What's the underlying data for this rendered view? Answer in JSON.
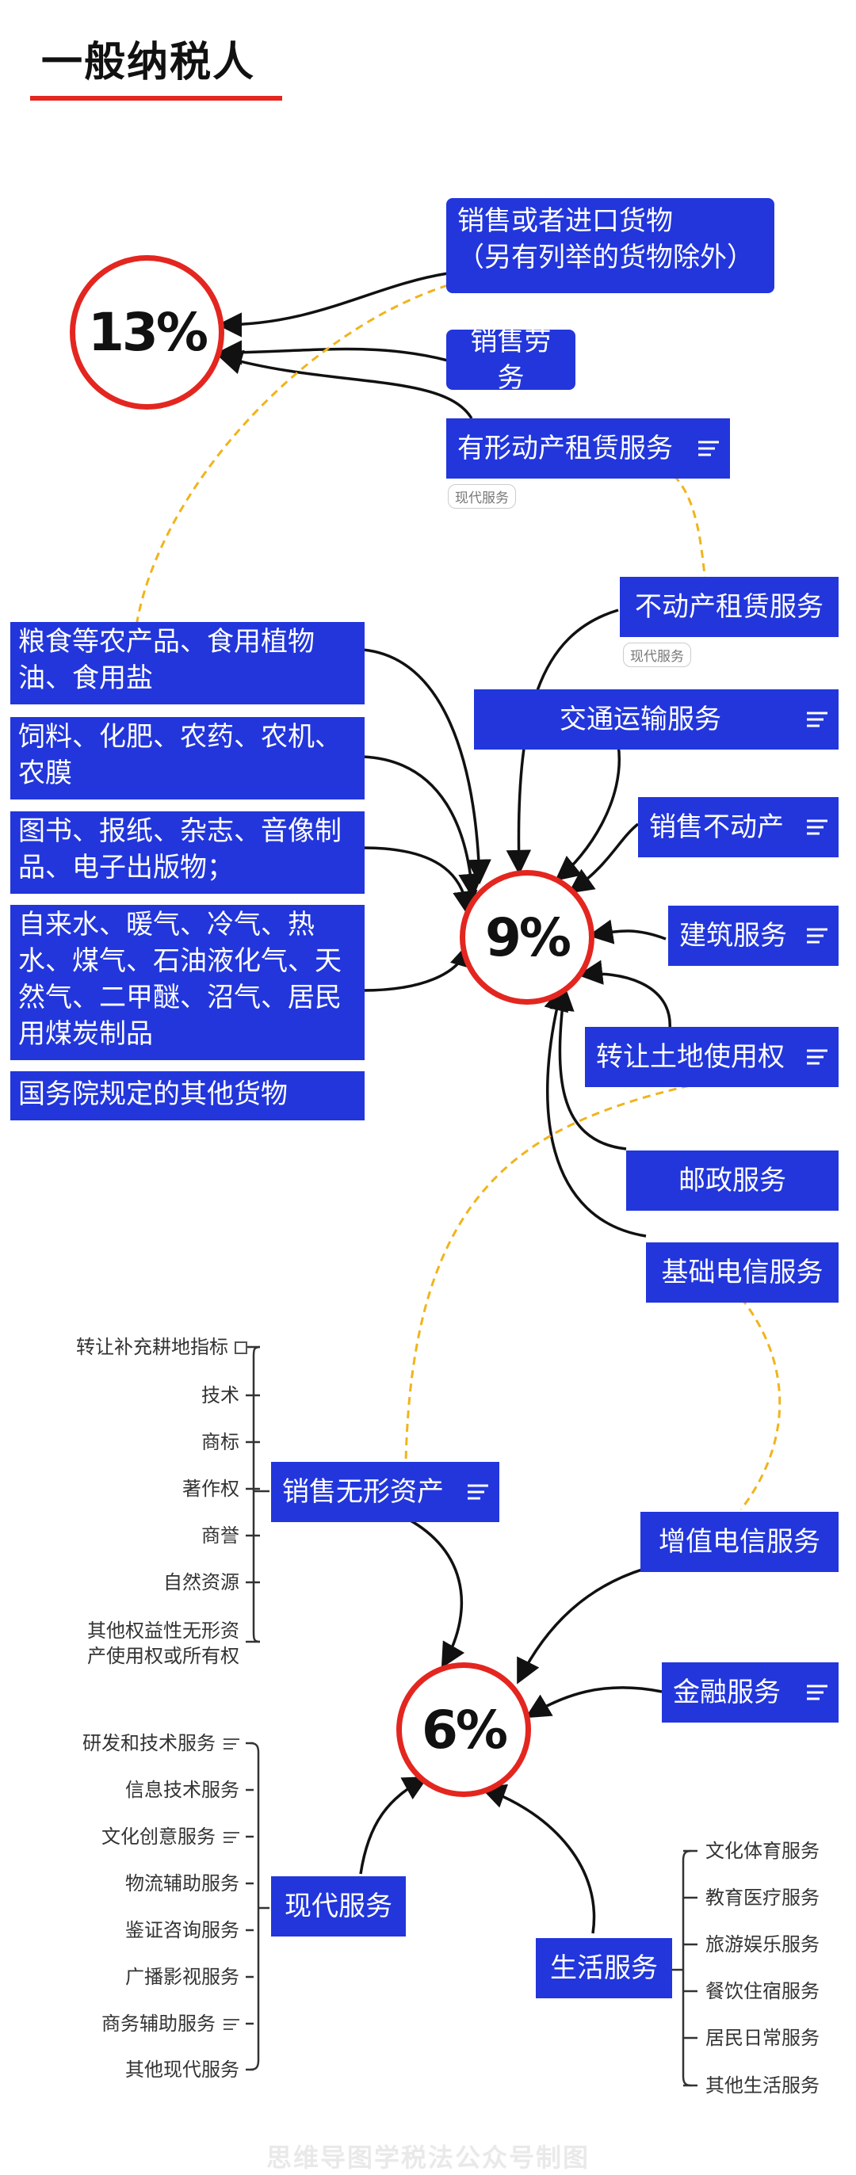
{
  "title": "一般纳税人",
  "rates": {
    "r13": "13%",
    "r9": "9%",
    "r6": "6%"
  },
  "tags": {
    "tag_rental": "现代服务",
    "tag_realestate": "现代服务"
  },
  "rate13": {
    "goods_line1": "销售或者进口货物",
    "goods_line2": "（另有列举的货物除外）",
    "labor": "销售劳务",
    "tangible_rental": "有形动产租赁服务"
  },
  "rate9": {
    "right": {
      "real_estate_rental": "不动产租赁服务",
      "transport": "交通运输服务",
      "sell_real_estate": "销售不动产",
      "construction": "建筑服务",
      "land_use": "转让土地使用权",
      "postal": "邮政服务",
      "basic_telecom": "基础电信服务"
    },
    "left": {
      "grain": "粮食等农产品、食用植物油、食用盐",
      "feed": "饲料、化肥、农药、农机、农膜",
      "books": "图书、报纸、杂志、音像制品、电子出版物；",
      "water": "自来水、暖气、冷气、热水、煤气、石油液化气、天然气、二甲醚、沼气、居民用煤炭制品",
      "other": "国务院规定的其他货物"
    }
  },
  "rate6": {
    "intangible": "销售无形资产",
    "intangible_items": [
      "转让补充耕地指标",
      "技术",
      "商标",
      "著作权",
      "商誉",
      "自然资源",
      "其他权益性无形资",
      "产使用权或所有权"
    ],
    "value_added_telecom": "增值电信服务",
    "financial": "金融服务",
    "modern": "现代服务",
    "modern_items": [
      "研发和技术服务",
      "信息技术服务",
      "文化创意服务",
      "物流辅助服务",
      "鉴证咨询服务",
      "广播影视服务",
      "商务辅助服务",
      "其他现代服务"
    ],
    "life": "生活服务",
    "life_items": [
      "文化体育服务",
      "教育医疗服务",
      "旅游娱乐服务",
      "餐饮住宿服务",
      "居民日常服务",
      "其他生活服务"
    ]
  },
  "footer": "思维导图学税法公众号制图",
  "colors": {
    "box": "#2236dc",
    "circle": "#e3261f",
    "dashed": "#f0b41c",
    "arrow": "#111111"
  },
  "icons": [
    "menu-icon",
    "external-link-icon"
  ]
}
